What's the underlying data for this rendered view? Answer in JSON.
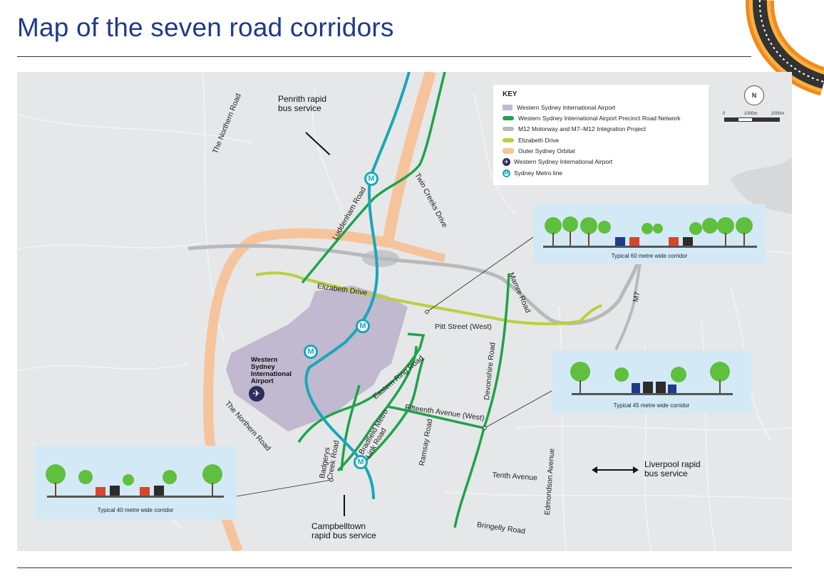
{
  "page": {
    "title": "Map of the seven road corridors"
  },
  "colors": {
    "airport": "#c0b9d0",
    "precinct_road": "#1fa34a",
    "m12": "#b7b9bb",
    "elizabeth_drive": "#bccf3f",
    "outer_orbital": "#f6c49c",
    "metro": "#1aa7b8",
    "accent_title": "#1f3a8a"
  },
  "legend": {
    "heading": "KEY",
    "items": [
      {
        "label": "Western Sydney International Airport",
        "icon": "airport-area-swatch"
      },
      {
        "label": "Western Sydney International Airport Precinct Road Network",
        "icon": "precinct-road-swatch"
      },
      {
        "label": "M12 Motorway and M7–M12 Integration Project",
        "icon": "m12-swatch"
      },
      {
        "label": "Elizabeth Drive",
        "icon": "elizabeth-drive-swatch"
      },
      {
        "label": "Outer Sydney Orbital",
        "icon": "outer-orbital-swatch"
      },
      {
        "label": "Western Sydney International Airport",
        "icon": "airplane-icon"
      },
      {
        "label": "Sydney Metro line",
        "icon": "metro-icon"
      }
    ]
  },
  "scale": {
    "zero": "0",
    "mid": "1000m",
    "max": "2000m",
    "north": "N"
  },
  "callouts": {
    "penrith": "Penrith rapid\nbus service",
    "liverpool": "Liverpool rapid\nbus service",
    "campbelltown": "Campbelltown\nrapid bus service"
  },
  "roads": {
    "northern_road_top": "The Northern Road",
    "northern_road_bottom": "The Northern Road",
    "luddenham": "Luddenham Road",
    "twin_creeks": "Twin Creeks Drive",
    "elizabeth": "Elizabeth Drive",
    "mamre": "Mamre Road",
    "m7": "M7",
    "pitt_street": "Pitt Street (West)",
    "devonshire": "Devonshire Road",
    "eastern_ring": "Eastern Ring Road",
    "fifteenth": "Fifteenth Avenue (West)",
    "ramsay": "Ramsay Road",
    "bradfield": "Bradfield Metro\nLink Road",
    "badgerys": "Badgerys\nCreek Road",
    "tenth": "Tenth Avenue",
    "edmondson": "Edmondson Avenue",
    "bringelly": "Bringelly Road"
  },
  "airport_label": "Western\nSydney\nInternational\nAirport",
  "metro_letter": "M",
  "corridors": {
    "c60": "Typical 60 metre wide corridor",
    "c45": "Typical 45 metre wide corridor",
    "c40": "Typical 40 metre wide corridor"
  }
}
